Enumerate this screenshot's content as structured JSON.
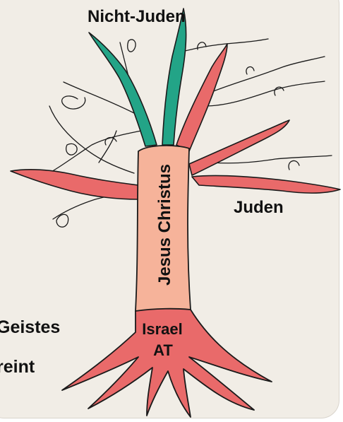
{
  "labels": {
    "top": "Nicht-Juden",
    "right_branch": "Juden",
    "trunk": "Jesus Christus",
    "roots_line1": "Israel",
    "roots_line2": "AT",
    "left_line1": "Geistes",
    "left_line2": "reint"
  },
  "colors": {
    "background": "#f1ede6",
    "trunk": "#f6b39a",
    "branch": "#e96a6a",
    "graft": "#23a487",
    "roots": "#e96a6a",
    "outline": "#1a1a1a"
  }
}
